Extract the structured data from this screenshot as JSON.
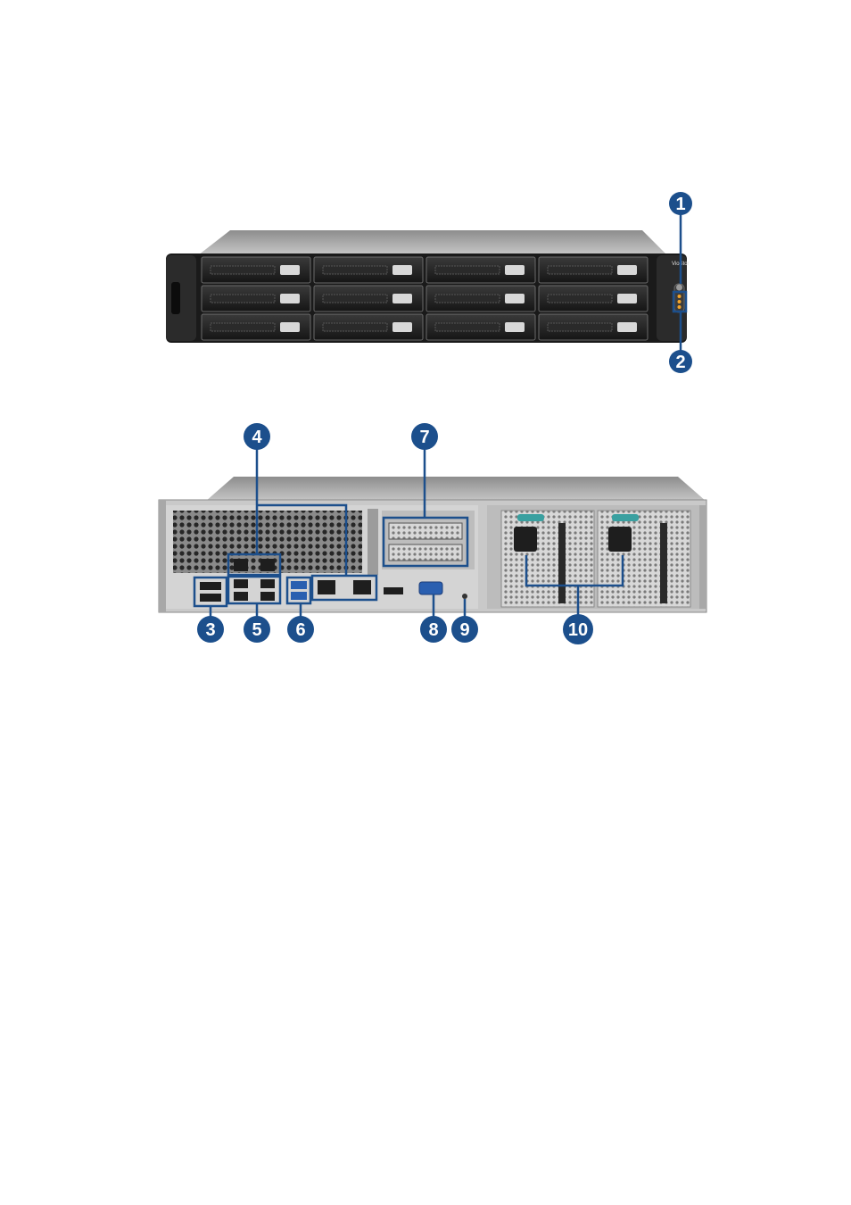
{
  "figure": {
    "front_brand": "VioStor",
    "callouts": [
      {
        "label": "1"
      },
      {
        "label": "2"
      },
      {
        "label": "3"
      },
      {
        "label": "4"
      },
      {
        "label": "5"
      },
      {
        "label": "6"
      },
      {
        "label": "7"
      },
      {
        "label": "8"
      },
      {
        "label": "9"
      },
      {
        "label": "10"
      }
    ],
    "colors": {
      "callout": "#1c4f8c",
      "leader": "#1c4f8c",
      "chassis_front": "#1a1a1a",
      "chassis_top": "#b4b4b4",
      "rear_panel": "#c9c9c9",
      "psu_handle": "#3aa0a0"
    }
  }
}
